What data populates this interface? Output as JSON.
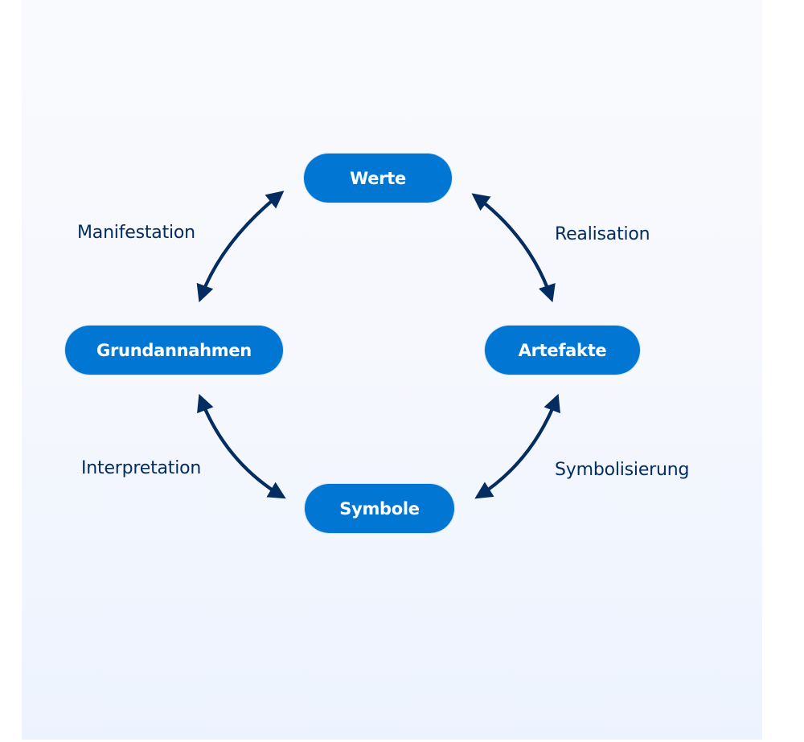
{
  "diagram": {
    "title": "",
    "colors": {
      "node_fill": "#0176d3",
      "node_text": "#ffffff",
      "arrow": "#032d60",
      "label_text": "#032d60",
      "background_top": "#f9fafd",
      "background_bottom": "#edf3fe"
    },
    "nodes": [
      {
        "id": "werte",
        "label": "Werte"
      },
      {
        "id": "grundannahmen",
        "label": "Grundannahmen"
      },
      {
        "id": "artefakte",
        "label": "Artefakte"
      },
      {
        "id": "symbole",
        "label": "Symbole"
      }
    ],
    "edges": [
      {
        "from": "werte",
        "to": "grundannahmen",
        "label": "Manifestation",
        "direction": "both"
      },
      {
        "from": "werte",
        "to": "artefakte",
        "label": "Realisation",
        "direction": "both"
      },
      {
        "from": "grundannahmen",
        "to": "symbole",
        "label": "Interpretation",
        "direction": "both"
      },
      {
        "from": "artefakte",
        "to": "symbole",
        "label": "Symbolisierung",
        "direction": "both"
      }
    ]
  }
}
